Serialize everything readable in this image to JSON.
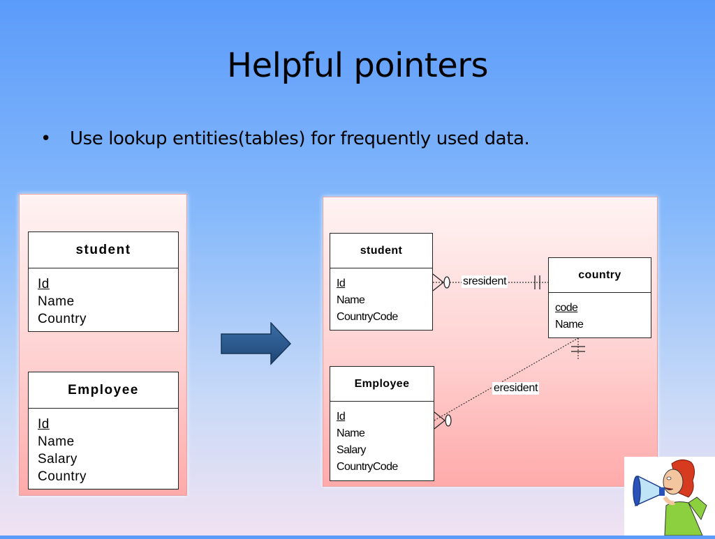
{
  "slide": {
    "title": "Helpful pointers",
    "bullet_symbol": "•",
    "bullet": "Use lookup entities(tables) for frequently used data."
  },
  "before": {
    "student": {
      "name": "student",
      "attributes": [
        "Id",
        "Name",
        "Country"
      ]
    },
    "employee": {
      "name": "Employee",
      "attributes": [
        "Id",
        "Name",
        "Salary",
        "Country"
      ]
    }
  },
  "after": {
    "student": {
      "name": "student",
      "attributes": [
        "Id",
        "Name",
        "CountryCode"
      ]
    },
    "country": {
      "name": "country",
      "attributes": [
        "code",
        "Name"
      ]
    },
    "employee": {
      "name": "Employee",
      "attributes": [
        "Id",
        "Name",
        "Salary",
        "CountryCode"
      ]
    },
    "relationships": {
      "student_country": "sresident",
      "employee_country": "eresident"
    }
  },
  "colors": {
    "background_top": "#5b9bfa",
    "panel_pink": "#ffaaaa",
    "arrow_fill": "#244f82",
    "text": "#000000"
  },
  "icons": [
    "right-arrow-icon",
    "megaphone-woman-clipart"
  ]
}
